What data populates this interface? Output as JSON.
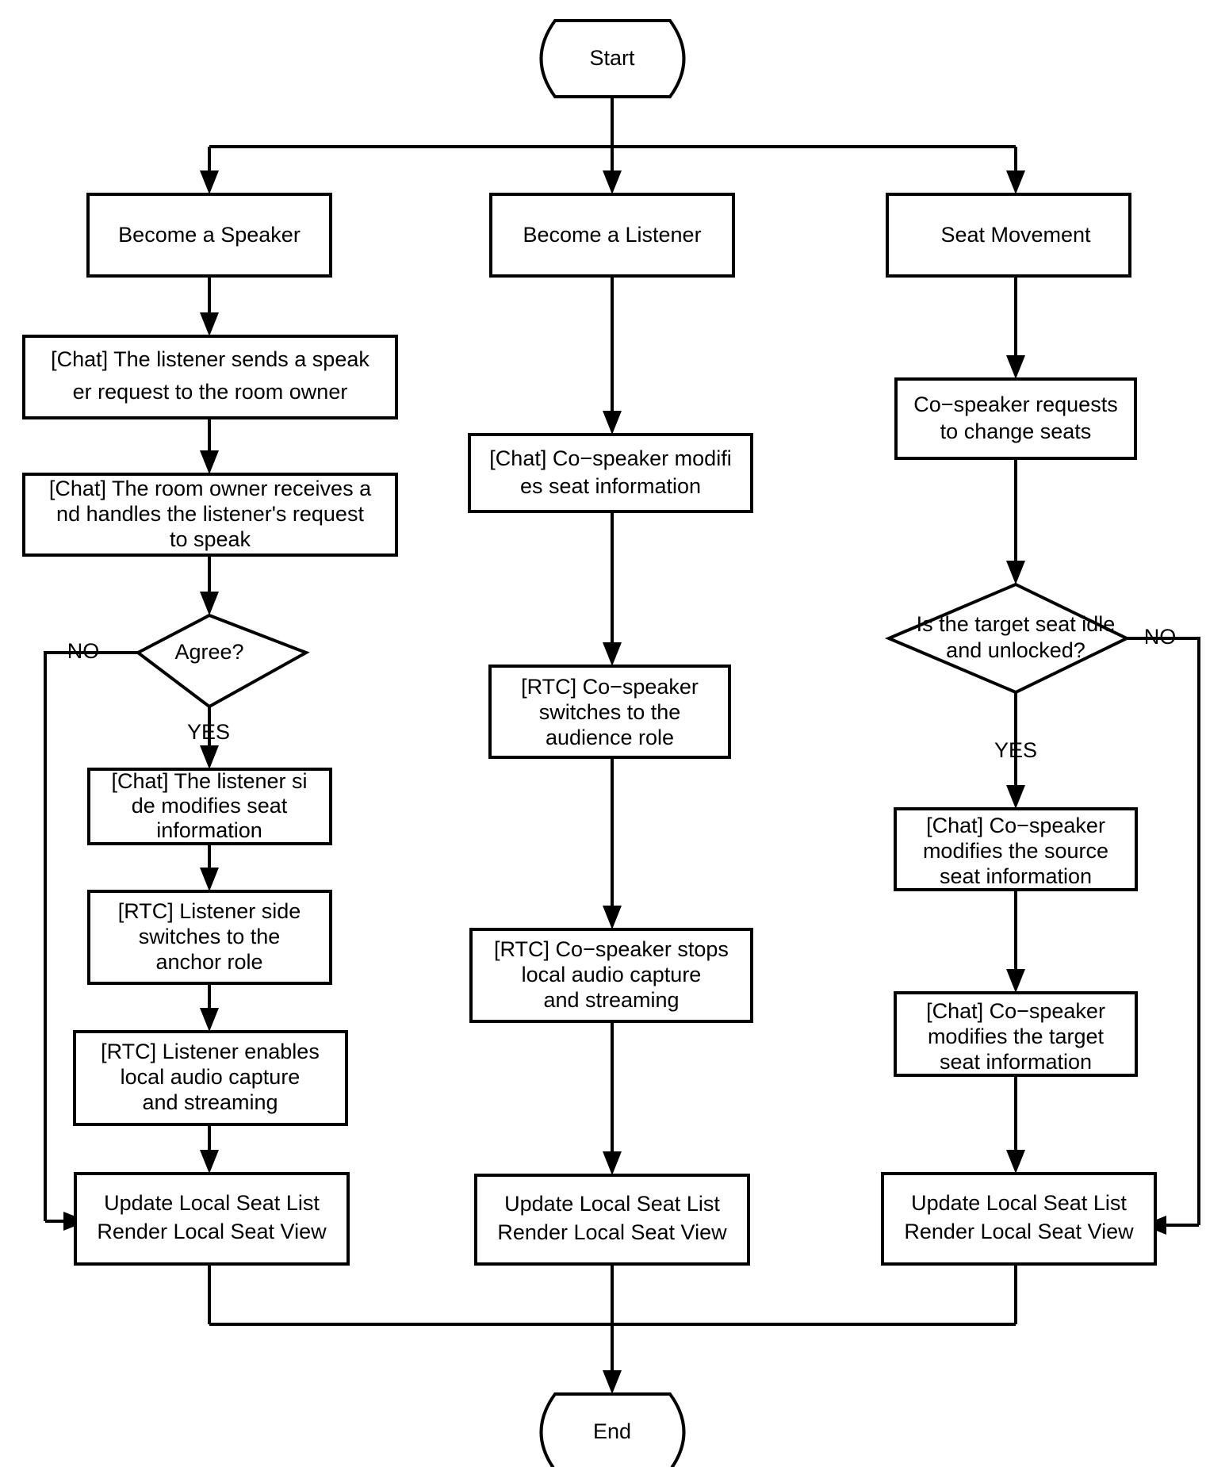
{
  "diagram": {
    "title": "Audio Room Seat Management Flowchart",
    "background_color": "#ffffff",
    "line_color": "#000000",
    "text_color": "#000000",
    "node_fill": "#ffffff"
  },
  "nodes": {
    "start": {
      "label": "Start",
      "shape": "terminator"
    },
    "end": {
      "label": "End",
      "shape": "terminator"
    },
    "branch_speaker": {
      "label": "Become a Speaker",
      "shape": "rect"
    },
    "branch_listener": {
      "label": "Become a Listener",
      "shape": "rect"
    },
    "branch_seat": {
      "label": "Seat Movement",
      "shape": "rect"
    },
    "spk_request": {
      "shape": "rect",
      "lines": [
        "[Chat] The listener sends a speak",
        "er request to the room owner"
      ]
    },
    "spk_handle": {
      "shape": "rect",
      "lines": [
        "[Chat] The room owner receives a",
        "nd handles the listener's request",
        "to speak"
      ]
    },
    "spk_decision": {
      "shape": "diamond",
      "lines": [
        "Agree?"
      ]
    },
    "spk_modify_seat": {
      "shape": "rect",
      "lines": [
        "[Chat] The listener si",
        "de modifies seat",
        "information"
      ]
    },
    "spk_switch_role": {
      "shape": "rect",
      "lines": [
        "[RTC] Listener side",
        "switches to the",
        "anchor role"
      ]
    },
    "spk_enable_audio": {
      "shape": "rect",
      "lines": [
        "[RTC] Listener enables",
        "local audio capture",
        "and streaming"
      ]
    },
    "spk_update": {
      "shape": "rect",
      "lines": [
        "Update Local Seat List",
        "Render Local Seat View"
      ]
    },
    "lst_modify_seat": {
      "shape": "rect",
      "lines": [
        "[Chat] Co−speaker modifi",
        "es seat information"
      ]
    },
    "lst_switch_role": {
      "shape": "rect",
      "lines": [
        "[RTC] Co−speaker",
        "switches to the",
        "audience role"
      ]
    },
    "lst_stop_audio": {
      "shape": "rect",
      "lines": [
        "[RTC] Co−speaker stops",
        "local audio capture",
        "and streaming"
      ]
    },
    "lst_update": {
      "shape": "rect",
      "lines": [
        "Update Local Seat List",
        "Render Local Seat View"
      ]
    },
    "mov_request": {
      "shape": "rect",
      "lines": [
        "Co−speaker requests",
        "to change seats"
      ]
    },
    "mov_decision": {
      "shape": "diamond",
      "lines": [
        "Is the target seat idle",
        "and unlocked?"
      ]
    },
    "mov_source_seat": {
      "shape": "rect",
      "lines": [
        "[Chat] Co−speaker",
        "modifies the source",
        "seat information"
      ]
    },
    "mov_target_seat": {
      "shape": "rect",
      "lines": [
        "[Chat] Co−speaker",
        "modifies the target",
        "seat information"
      ]
    },
    "mov_update": {
      "shape": "rect",
      "lines": [
        "Update Local Seat List",
        "Render Local Seat View"
      ]
    }
  },
  "edge_labels": {
    "agree_no": "NO",
    "agree_yes": "YES",
    "seat_no": "NO",
    "seat_yes": "YES"
  },
  "flow": {
    "columns": [
      "Become a Speaker",
      "Become a Listener",
      "Seat Movement"
    ],
    "edges": [
      "start -> branch_speaker",
      "start -> branch_listener",
      "start -> branch_seat",
      "branch_speaker -> spk_request",
      "spk_request -> spk_handle",
      "spk_handle -> spk_decision",
      "spk_decision -NO-> spk_update",
      "spk_decision -YES-> spk_modify_seat",
      "spk_modify_seat -> spk_switch_role",
      "spk_switch_role -> spk_enable_audio",
      "spk_enable_audio -> spk_update",
      "branch_listener -> lst_modify_seat",
      "lst_modify_seat -> lst_switch_role",
      "lst_switch_role -> lst_stop_audio",
      "lst_stop_audio -> lst_update",
      "branch_seat -> mov_request",
      "mov_request -> mov_decision",
      "mov_decision -NO-> mov_update",
      "mov_decision -YES-> mov_source_seat",
      "mov_source_seat -> mov_target_seat",
      "mov_target_seat -> mov_update",
      "spk_update -> end",
      "lst_update -> end",
      "mov_update -> end"
    ]
  }
}
